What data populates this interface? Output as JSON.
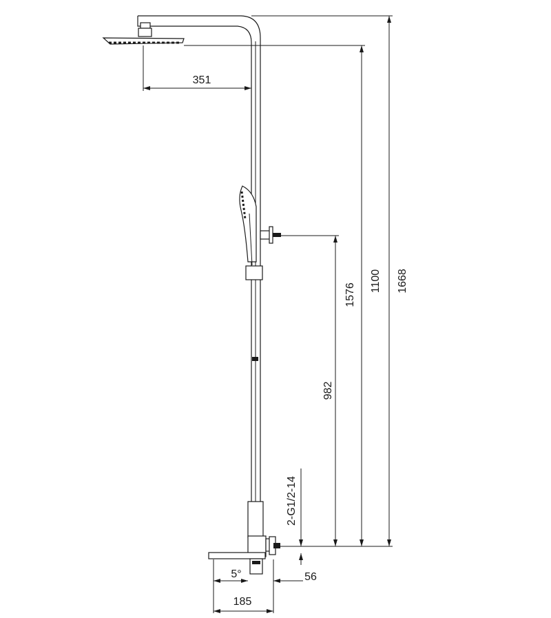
{
  "diagram": {
    "dimensions": {
      "shower_arm_reach": "351",
      "total_height": "1668",
      "head_height": "1100",
      "upper_height": "1576",
      "handset_connector_height": "982",
      "inlet_thread": "2-G1/2-14",
      "inlet_offset": "56",
      "spout_angle": "5°",
      "spout_projection": "185"
    },
    "line_color": "#1a1a1a"
  }
}
